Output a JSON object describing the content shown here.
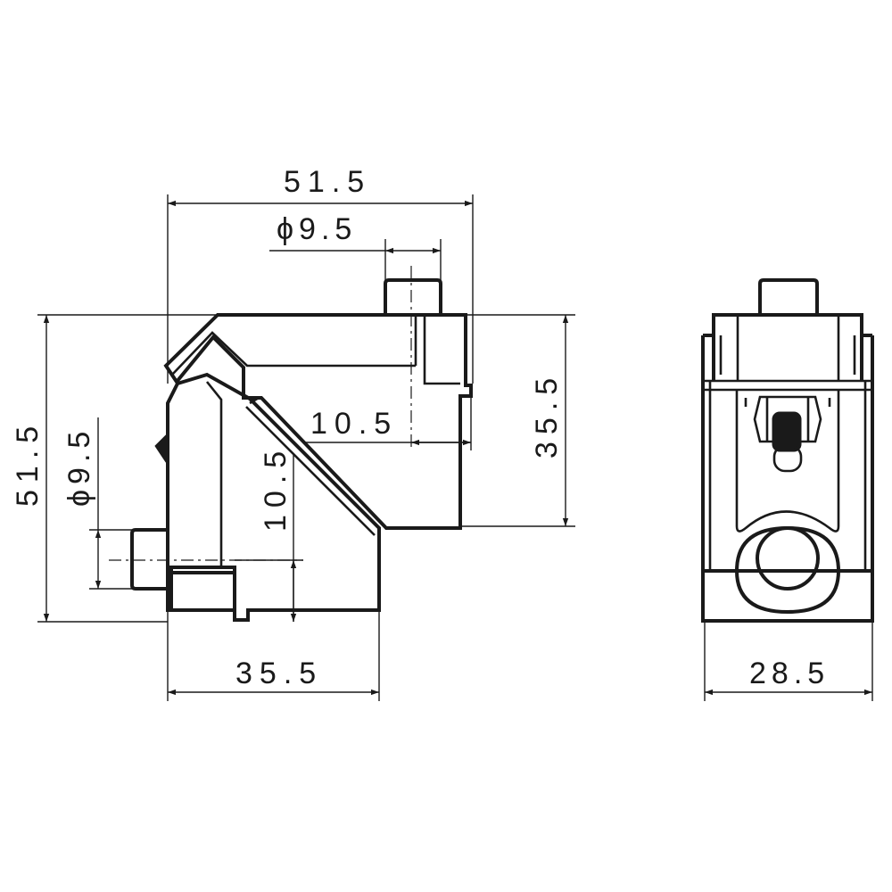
{
  "colors": {
    "line": "#1a1a1a",
    "background": "#ffffff"
  },
  "dimensions": {
    "overall_width": "51.5",
    "top_hole": "ϕ9.5",
    "offset_horizontal": "10.5",
    "right_height": "35.5",
    "overall_height": "51.5",
    "side_hole": "ϕ9.5",
    "offset_vertical": "10.5",
    "bottom_width": "35.5",
    "side_view_width": "28.5"
  }
}
